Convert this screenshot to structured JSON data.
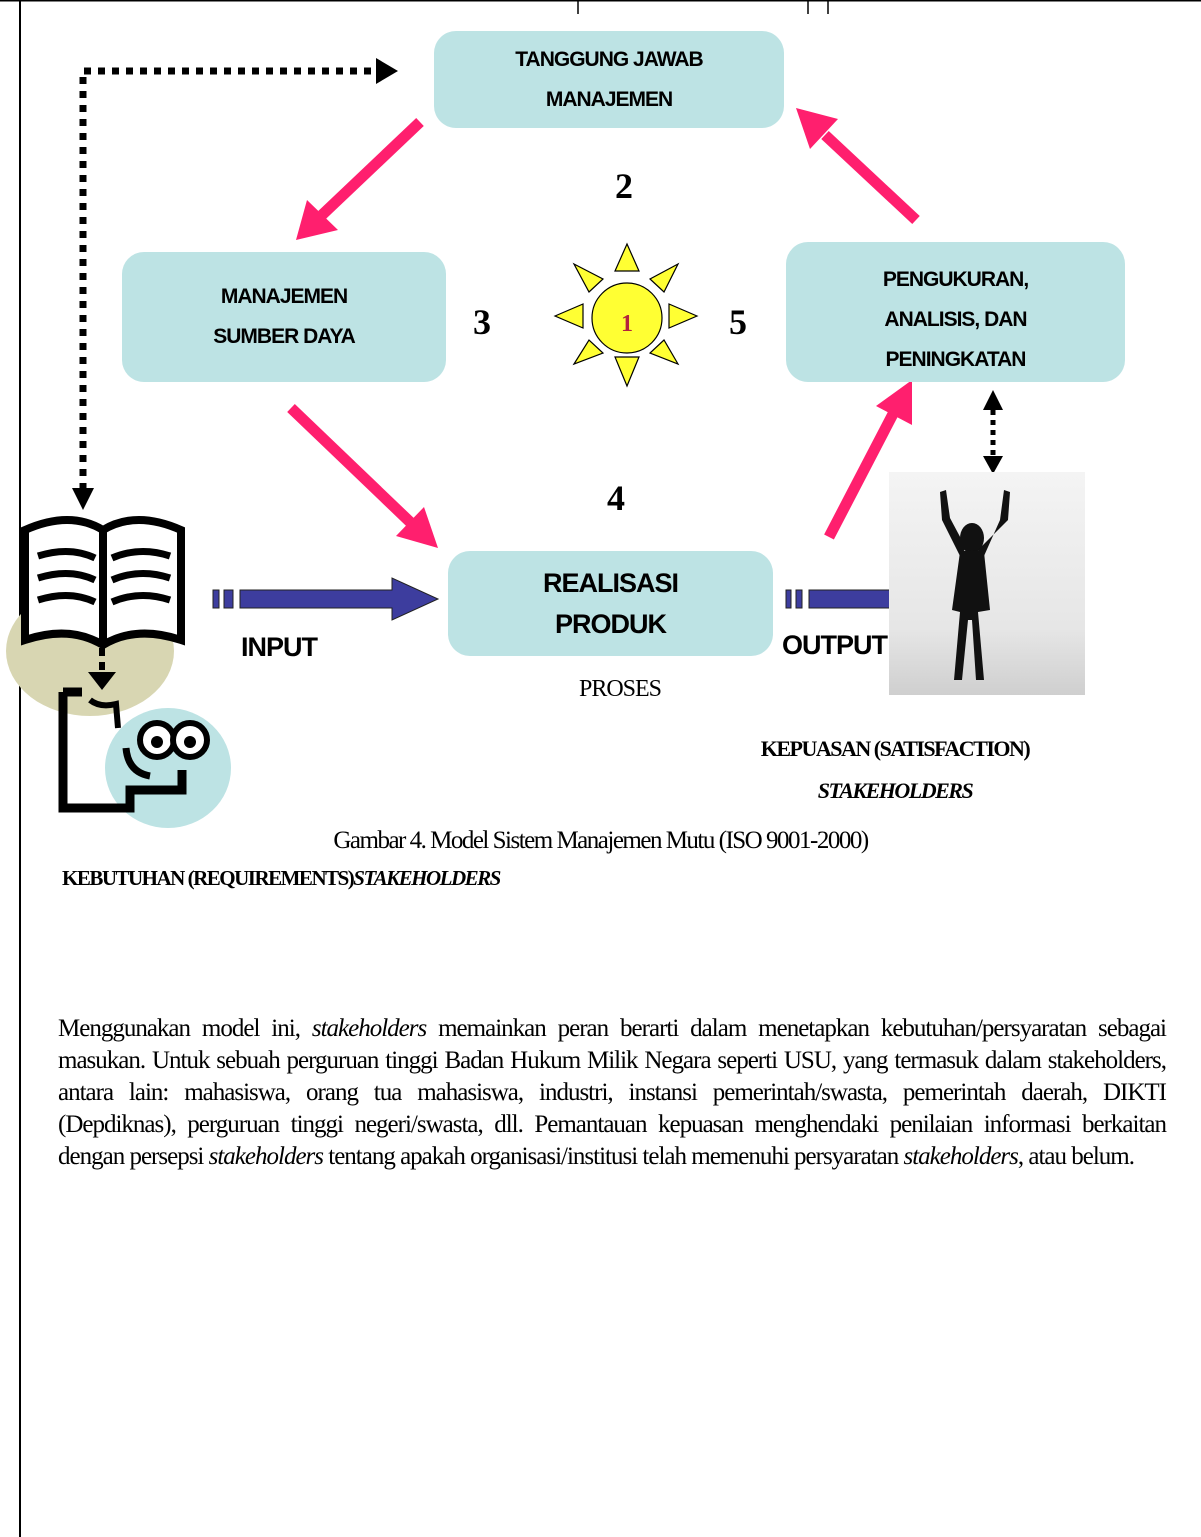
{
  "diagram": {
    "boxes": {
      "tanggung_jawab": [
        "TANGGUNG JAWAB",
        "MANAJEMEN"
      ],
      "manajemen_sumber_daya": [
        "MANAJEMEN",
        "SUMBER DAYA"
      ],
      "pengukuran": [
        "PENGUKURAN,",
        "ANALISIS, DAN",
        "PENINGKATAN"
      ],
      "realisasi_produk": [
        "REALISASI",
        "PRODUK"
      ]
    },
    "numbers": {
      "center": "1",
      "tanggung_jawab": "2",
      "sumber_daya": "3",
      "realisasi": "4",
      "pengukuran": "5"
    },
    "input_label": "INPUT",
    "output_label": "OUTPUT",
    "process_label": "PROSES",
    "satisfaction_label": "KEPUASAN (SATISFACTION)",
    "satisfaction_italic": "STAKEHOLDERS",
    "requirements_label": "KEBUTUHAN (REQUIREMENTS)",
    "requirements_italic": "STAKEHOLDERS",
    "colors": {
      "box_fill": "#bde3e4",
      "cycle_arrow": "#ff1f6e",
      "flow_arrow": "#3d3d9e",
      "sun_fill": "#ffff33"
    }
  },
  "caption": "Gambar 4. Model Sistem Manajemen Mutu (ISO 9001-2000)",
  "paragraph": {
    "p1": "Menggunakan model ini, ",
    "p1_italic": "stakeholders",
    "p2": " memainkan peran berarti dalam menetapkan kebutuhan/persyaratan sebagai masukan. Untuk sebuah perguruan tinggi Badan Hukum Milik Negara seperti USU, yang termasuk dalam stakeholders, antara lain: mahasiswa, orang tua mahasiswa, industri, instansi pemerintah/swasta, pemerintah daerah, DIKTI (Depdiknas), perguruan tinggi negeri/swasta, dll. Pemantauan kepuasan menghendaki penilaian informasi berkaitan dengan persepsi ",
    "p2_italic": "stakeholders",
    "p3": " tentang apakah organisasi/institusi telah memenuhi persyaratan ",
    "p3_italic": "stakeholders",
    "p4": ", atau belum."
  }
}
